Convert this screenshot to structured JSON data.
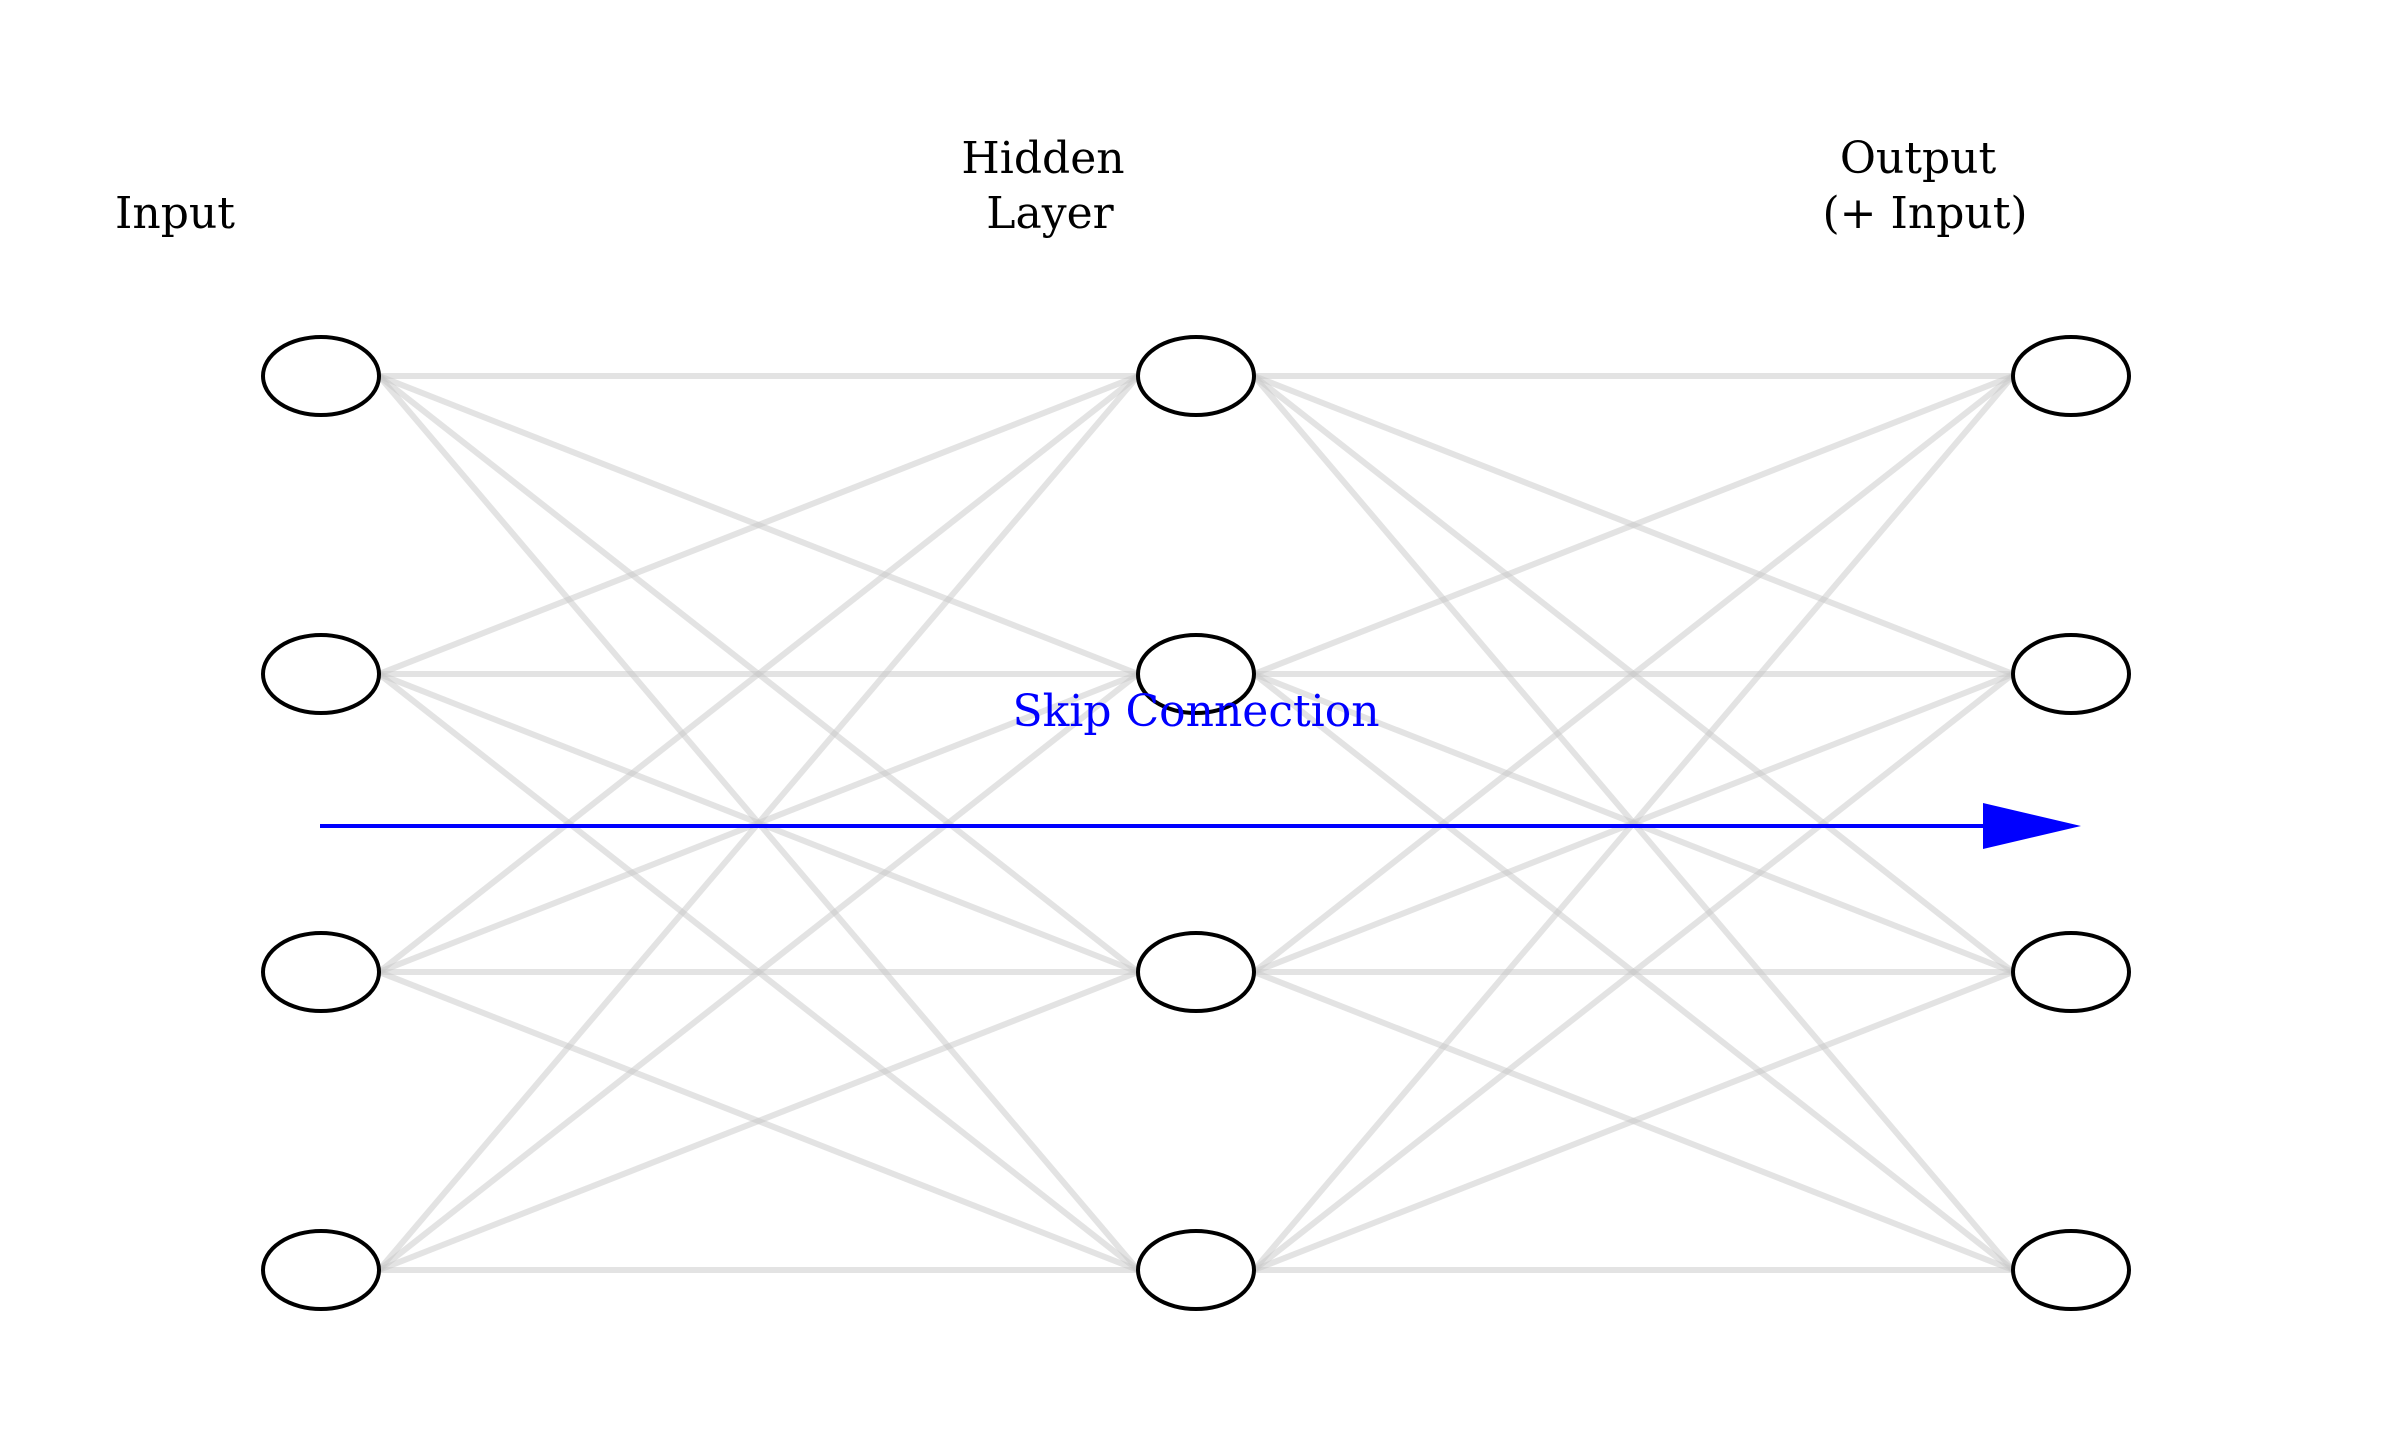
{
  "layers": [
    {
      "id": "input",
      "label_lines": [
        "Input"
      ],
      "node_count": 4
    },
    {
      "id": "hidden",
      "label_lines": [
        "Hidden",
        "Layer"
      ],
      "node_count": 4
    },
    {
      "id": "output",
      "label_lines": [
        "Output",
        "(+ Input)"
      ],
      "node_count": 4
    }
  ],
  "connections": "fully-connected between adjacent layers",
  "skip_connection": {
    "label": "Skip Connection",
    "from": "input",
    "to": "output",
    "color": "#0000ff"
  },
  "colors": {
    "edge": "#c8c8c8",
    "node_stroke": "#000000",
    "node_fill": "#ffffff",
    "skip": "#0000ff"
  }
}
